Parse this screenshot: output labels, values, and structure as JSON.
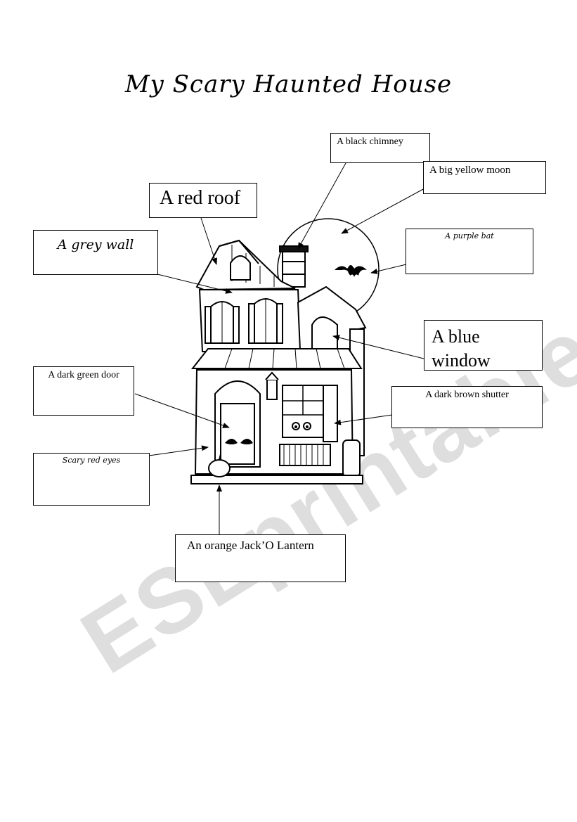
{
  "title": "My Scary Haunted House",
  "watermark": "ESLprintables.com",
  "labels": {
    "chimney": "A black chimney",
    "moon": "A big yellow moon",
    "roof": "A red roof",
    "wall": "A grey wall",
    "bat": "A purple bat",
    "window": "A blue window",
    "door": "A dark green door",
    "shutter": "A dark brown shutter",
    "eyes": "Scary red eyes",
    "lantern": "An orange Jack’O Lantern"
  }
}
